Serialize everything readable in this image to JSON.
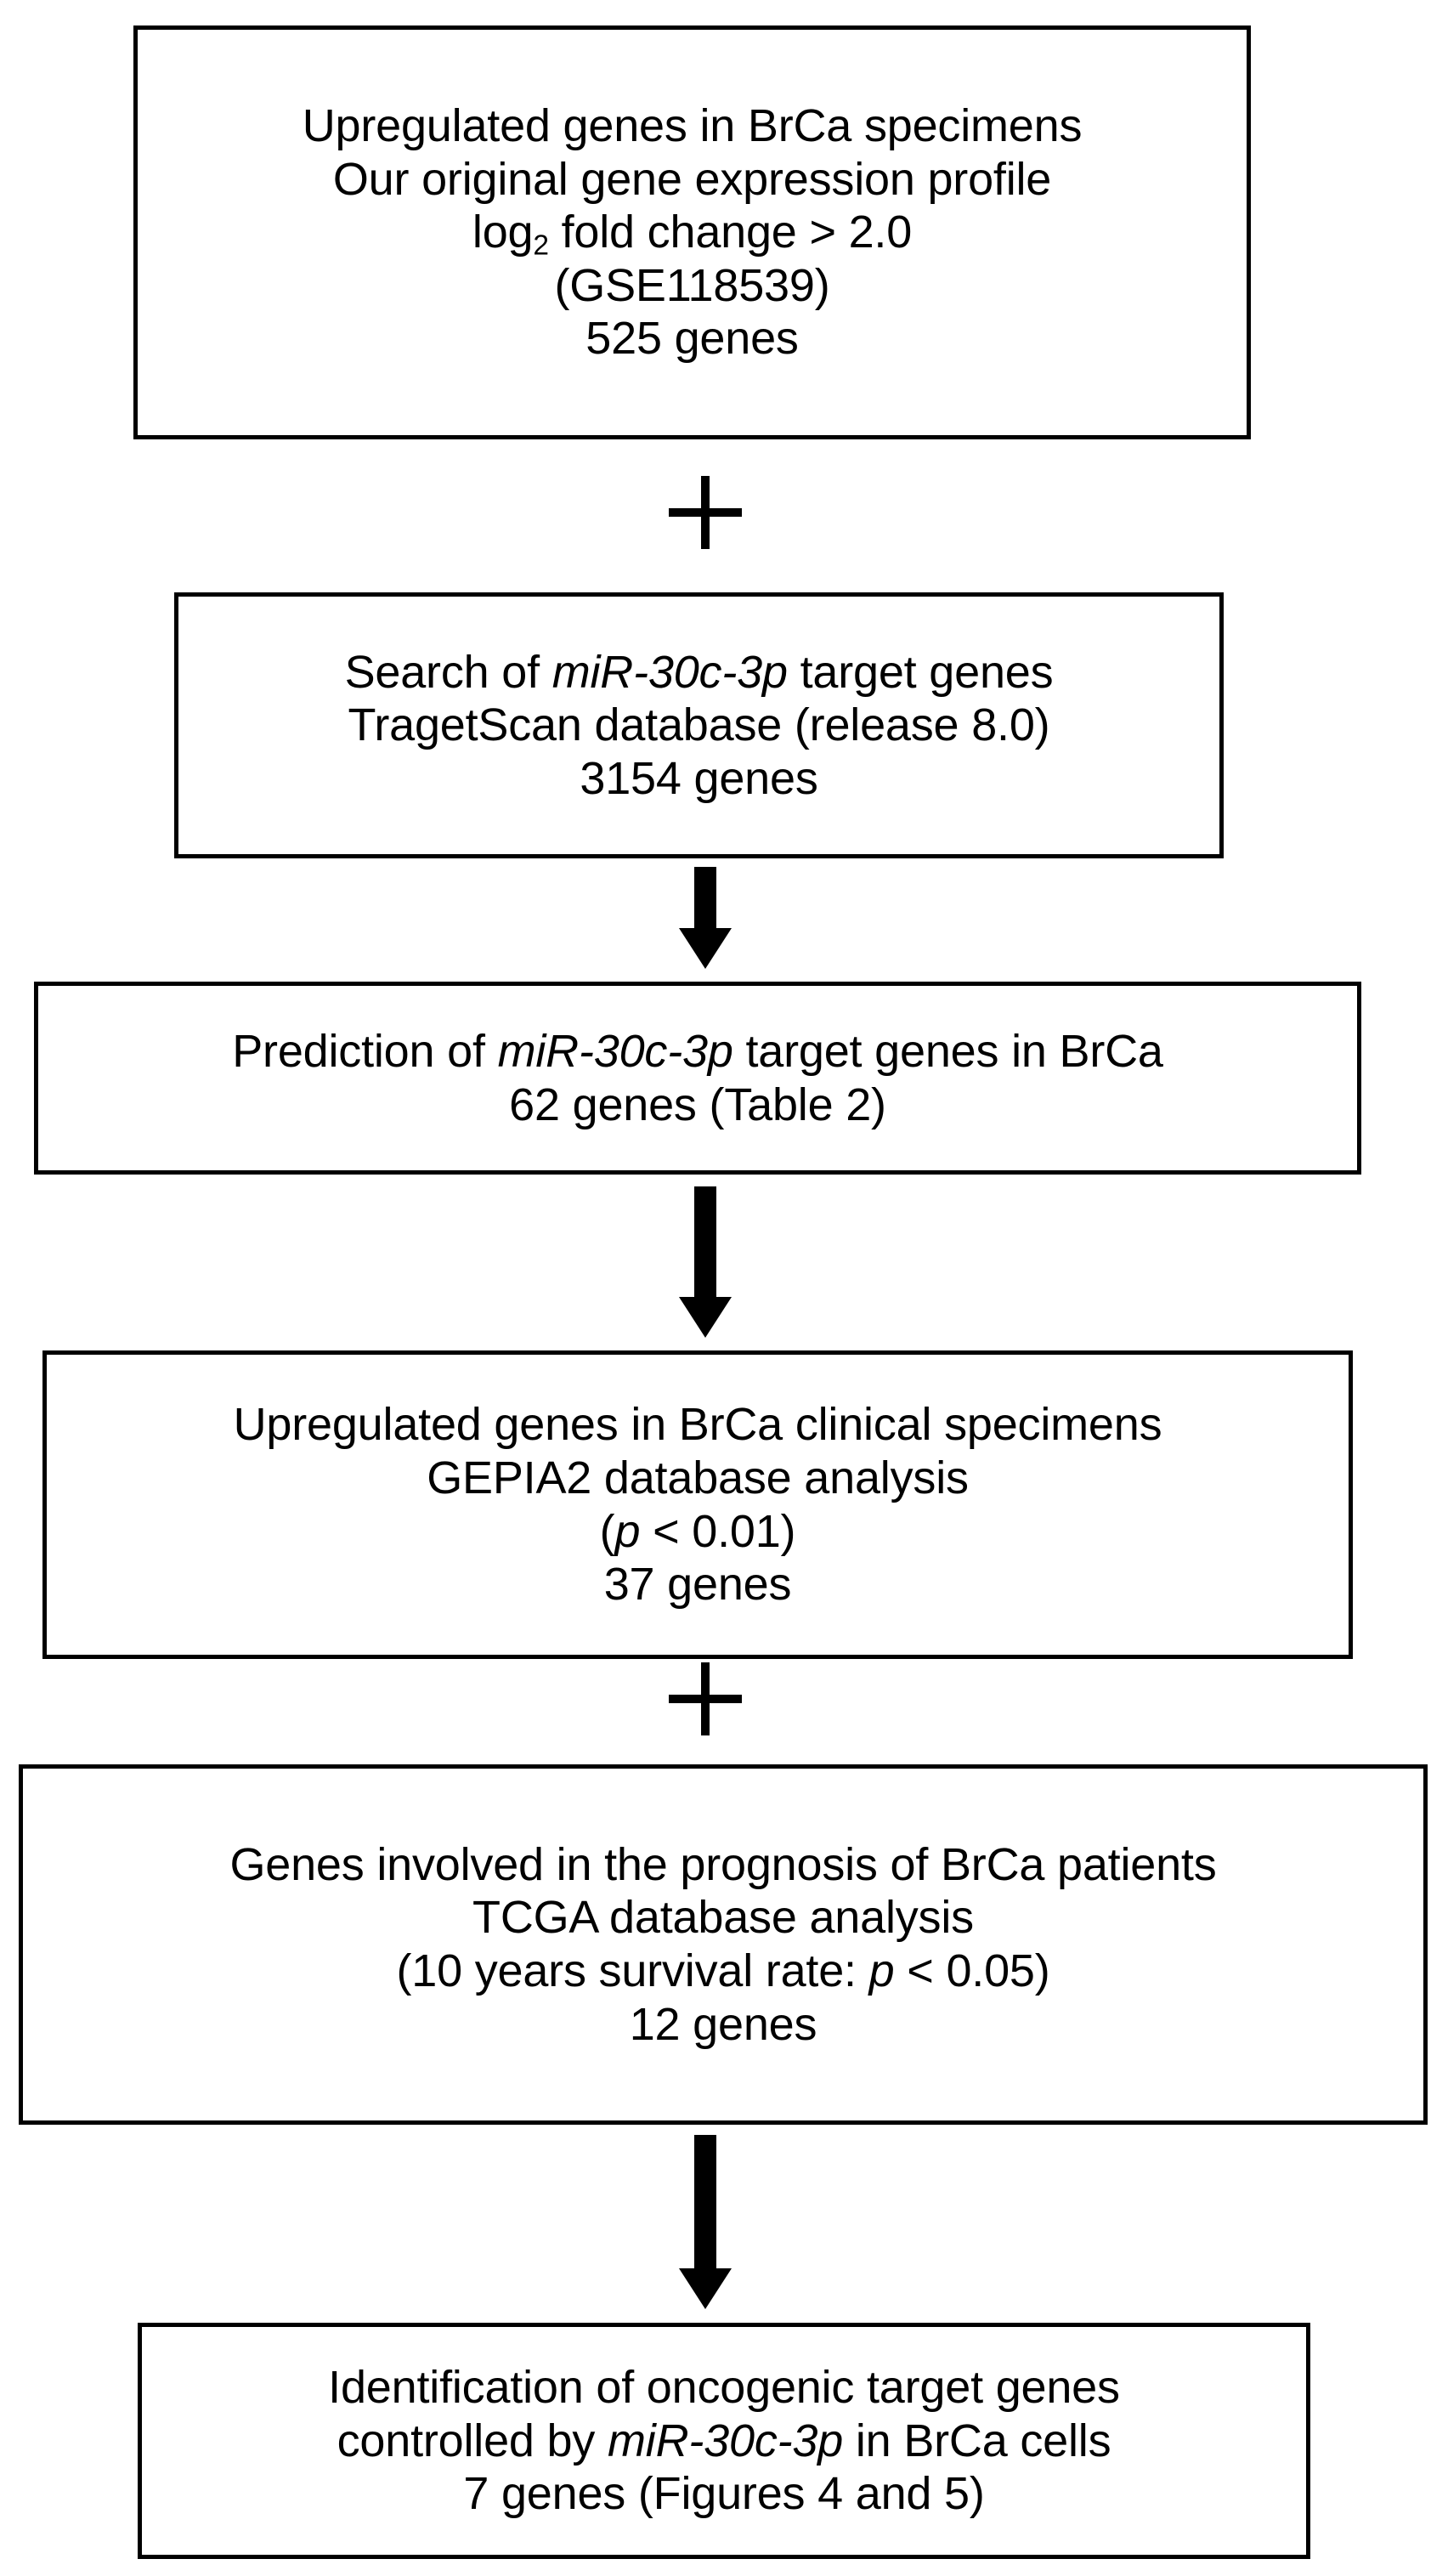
{
  "figure": {
    "type": "flowchart",
    "title": "Strategy for identification of oncogenic target genes of miR-30c-3p in breast cancer",
    "orientation": "vertical-top-to-bottom",
    "background_color": "#ffffff",
    "line_color": "#000000"
  },
  "nodes": [
    {
      "id": "node-1",
      "name": "upregulated-genes-source",
      "lines": [
        {
          "text": "Upregulated genes in BrCa specimens",
          "style": "plain"
        },
        {
          "text": "Our original gene expression profile",
          "style": "plain"
        },
        {
          "text": "log2 fold change > 2.0",
          "style": "subscript",
          "before": "log",
          "sub": "2",
          "after": " fold change > 2.0"
        },
        {
          "text": "(GSE118539)",
          "style": "plain"
        },
        {
          "text": "525 genes",
          "style": "plain"
        }
      ],
      "gene_count": "525 genes",
      "accession": "GSE118539",
      "threshold": "log2 fold change > 2.0"
    },
    {
      "id": "node-2",
      "name": "targetscan-search",
      "lines": [
        {
          "text": "Search of miR-30c-3p target genes",
          "style": "italic-mir",
          "before": "Search of ",
          "italic": "miR-30c-3p",
          "after": " target genes"
        },
        {
          "text": "TragetScan database (release 8.0)",
          "style": "plain"
        },
        {
          "text": "3154 genes",
          "style": "plain"
        }
      ],
      "gene_count": "3154 genes",
      "database": "TragetScan database (release 8.0)",
      "mirna": "miR-30c-3p"
    },
    {
      "id": "node-3",
      "name": "predicted-target-genes",
      "lines": [
        {
          "text": "Prediction of miR-30c-3p target genes in BrCa",
          "style": "italic-mir",
          "before": "Prediction of ",
          "italic": "miR-30c-3p",
          "after": " target genes in BrCa"
        },
        {
          "text": "62 genes (Table 2)",
          "style": "plain"
        }
      ],
      "gene_count": "62 genes",
      "reference": "Table 2"
    },
    {
      "id": "node-4",
      "name": "gepia2-upregulated-genes",
      "lines": [
        {
          "text": "Upregulated genes in BrCa clinical specimens",
          "style": "plain"
        },
        {
          "text": "GEPIA2 database analysis",
          "style": "plain"
        },
        {
          "text": "(p < 0.01)",
          "style": "italic-p",
          "before": "(",
          "italic": "p",
          "after": " < 0.01)"
        },
        {
          "text": "37 genes",
          "style": "plain"
        }
      ],
      "gene_count": "37 genes",
      "database": "GEPIA2 database analysis",
      "significance": "p < 0.01"
    },
    {
      "id": "node-5",
      "name": "tcga-prognosis-genes",
      "lines": [
        {
          "text": "Genes involved in the prognosis of BrCa patients",
          "style": "plain"
        },
        {
          "text": "TCGA database analysis",
          "style": "plain"
        },
        {
          "text": "(10 years survival rate: p < 0.05)",
          "style": "italic-p",
          "before": "(10 years survival rate: ",
          "italic": "p",
          "after": " < 0.05)"
        },
        {
          "text": "12 genes",
          "style": "plain"
        }
      ],
      "gene_count": "12 genes",
      "database": "TCGA database analysis",
      "significance": "10 years survival rate: p < 0.05"
    },
    {
      "id": "node-6",
      "name": "final-oncogenic-target-genes",
      "lines": [
        {
          "text": "Identification of oncogenic target genes",
          "style": "plain"
        },
        {
          "text": "controlled by miR-30c-3p in BrCa cells",
          "style": "italic-mir",
          "before": "controlled by ",
          "italic": "miR-30c-3p",
          "after": " in BrCa cells"
        },
        {
          "text": "7 genes (Figures 4 and 5)",
          "style": "plain"
        }
      ],
      "gene_count": "7 genes",
      "reference": "Figures 4 and 5"
    }
  ],
  "connectors": [
    {
      "id": "plus-1",
      "name": "plus-connector-1",
      "symbol": "+",
      "between": [
        "node-1",
        "node-2"
      ]
    },
    {
      "id": "arrow-1",
      "name": "down-arrow-1",
      "symbol": "↓",
      "between": [
        "node-2",
        "node-3"
      ]
    },
    {
      "id": "arrow-2",
      "name": "down-arrow-2",
      "symbol": "↓",
      "between": [
        "node-3",
        "node-4"
      ]
    },
    {
      "id": "plus-2",
      "name": "plus-connector-2",
      "symbol": "+",
      "between": [
        "node-4",
        "node-5"
      ]
    },
    {
      "id": "arrow-3",
      "name": "down-arrow-3",
      "symbol": "↓",
      "between": [
        "node-5",
        "node-6"
      ]
    }
  ],
  "text": {
    "node1": {
      "l1": "Upregulated genes in BrCa specimens",
      "l2": "Our original gene expression profile",
      "l3_before": "log",
      "l3_sub": "2",
      "l3_after": " fold change > 2.0",
      "l4": "(GSE118539)",
      "l5": "525 genes"
    },
    "node2": {
      "l1_before": "Search of ",
      "l1_italic": "miR-30c-3p",
      "l1_after": " target genes",
      "l2": "TragetScan database (release 8.0)",
      "l3": "3154 genes"
    },
    "node3": {
      "l1_before": "Prediction of ",
      "l1_italic": "miR-30c-3p",
      "l1_after": " target genes in BrCa",
      "l2": "62 genes (Table 2)"
    },
    "node4": {
      "l1": "Upregulated genes in BrCa clinical specimens",
      "l2": "GEPIA2 database analysis",
      "l3_before": "(",
      "l3_italic": "p",
      "l3_after": " < 0.01)",
      "l4": "37 genes"
    },
    "node5": {
      "l1": "Genes involved in the prognosis of BrCa patients",
      "l2": "TCGA database analysis",
      "l3_before": "(10 years survival rate: ",
      "l3_italic": "p",
      "l3_after": " < 0.05)",
      "l4": "12 genes"
    },
    "node6": {
      "l1": "Identification of oncogenic target genes",
      "l2_before": "controlled by ",
      "l2_italic": "miR-30c-3p",
      "l2_after": " in BrCa cells",
      "l3": "7 genes (Figures 4 and 5)"
    }
  }
}
